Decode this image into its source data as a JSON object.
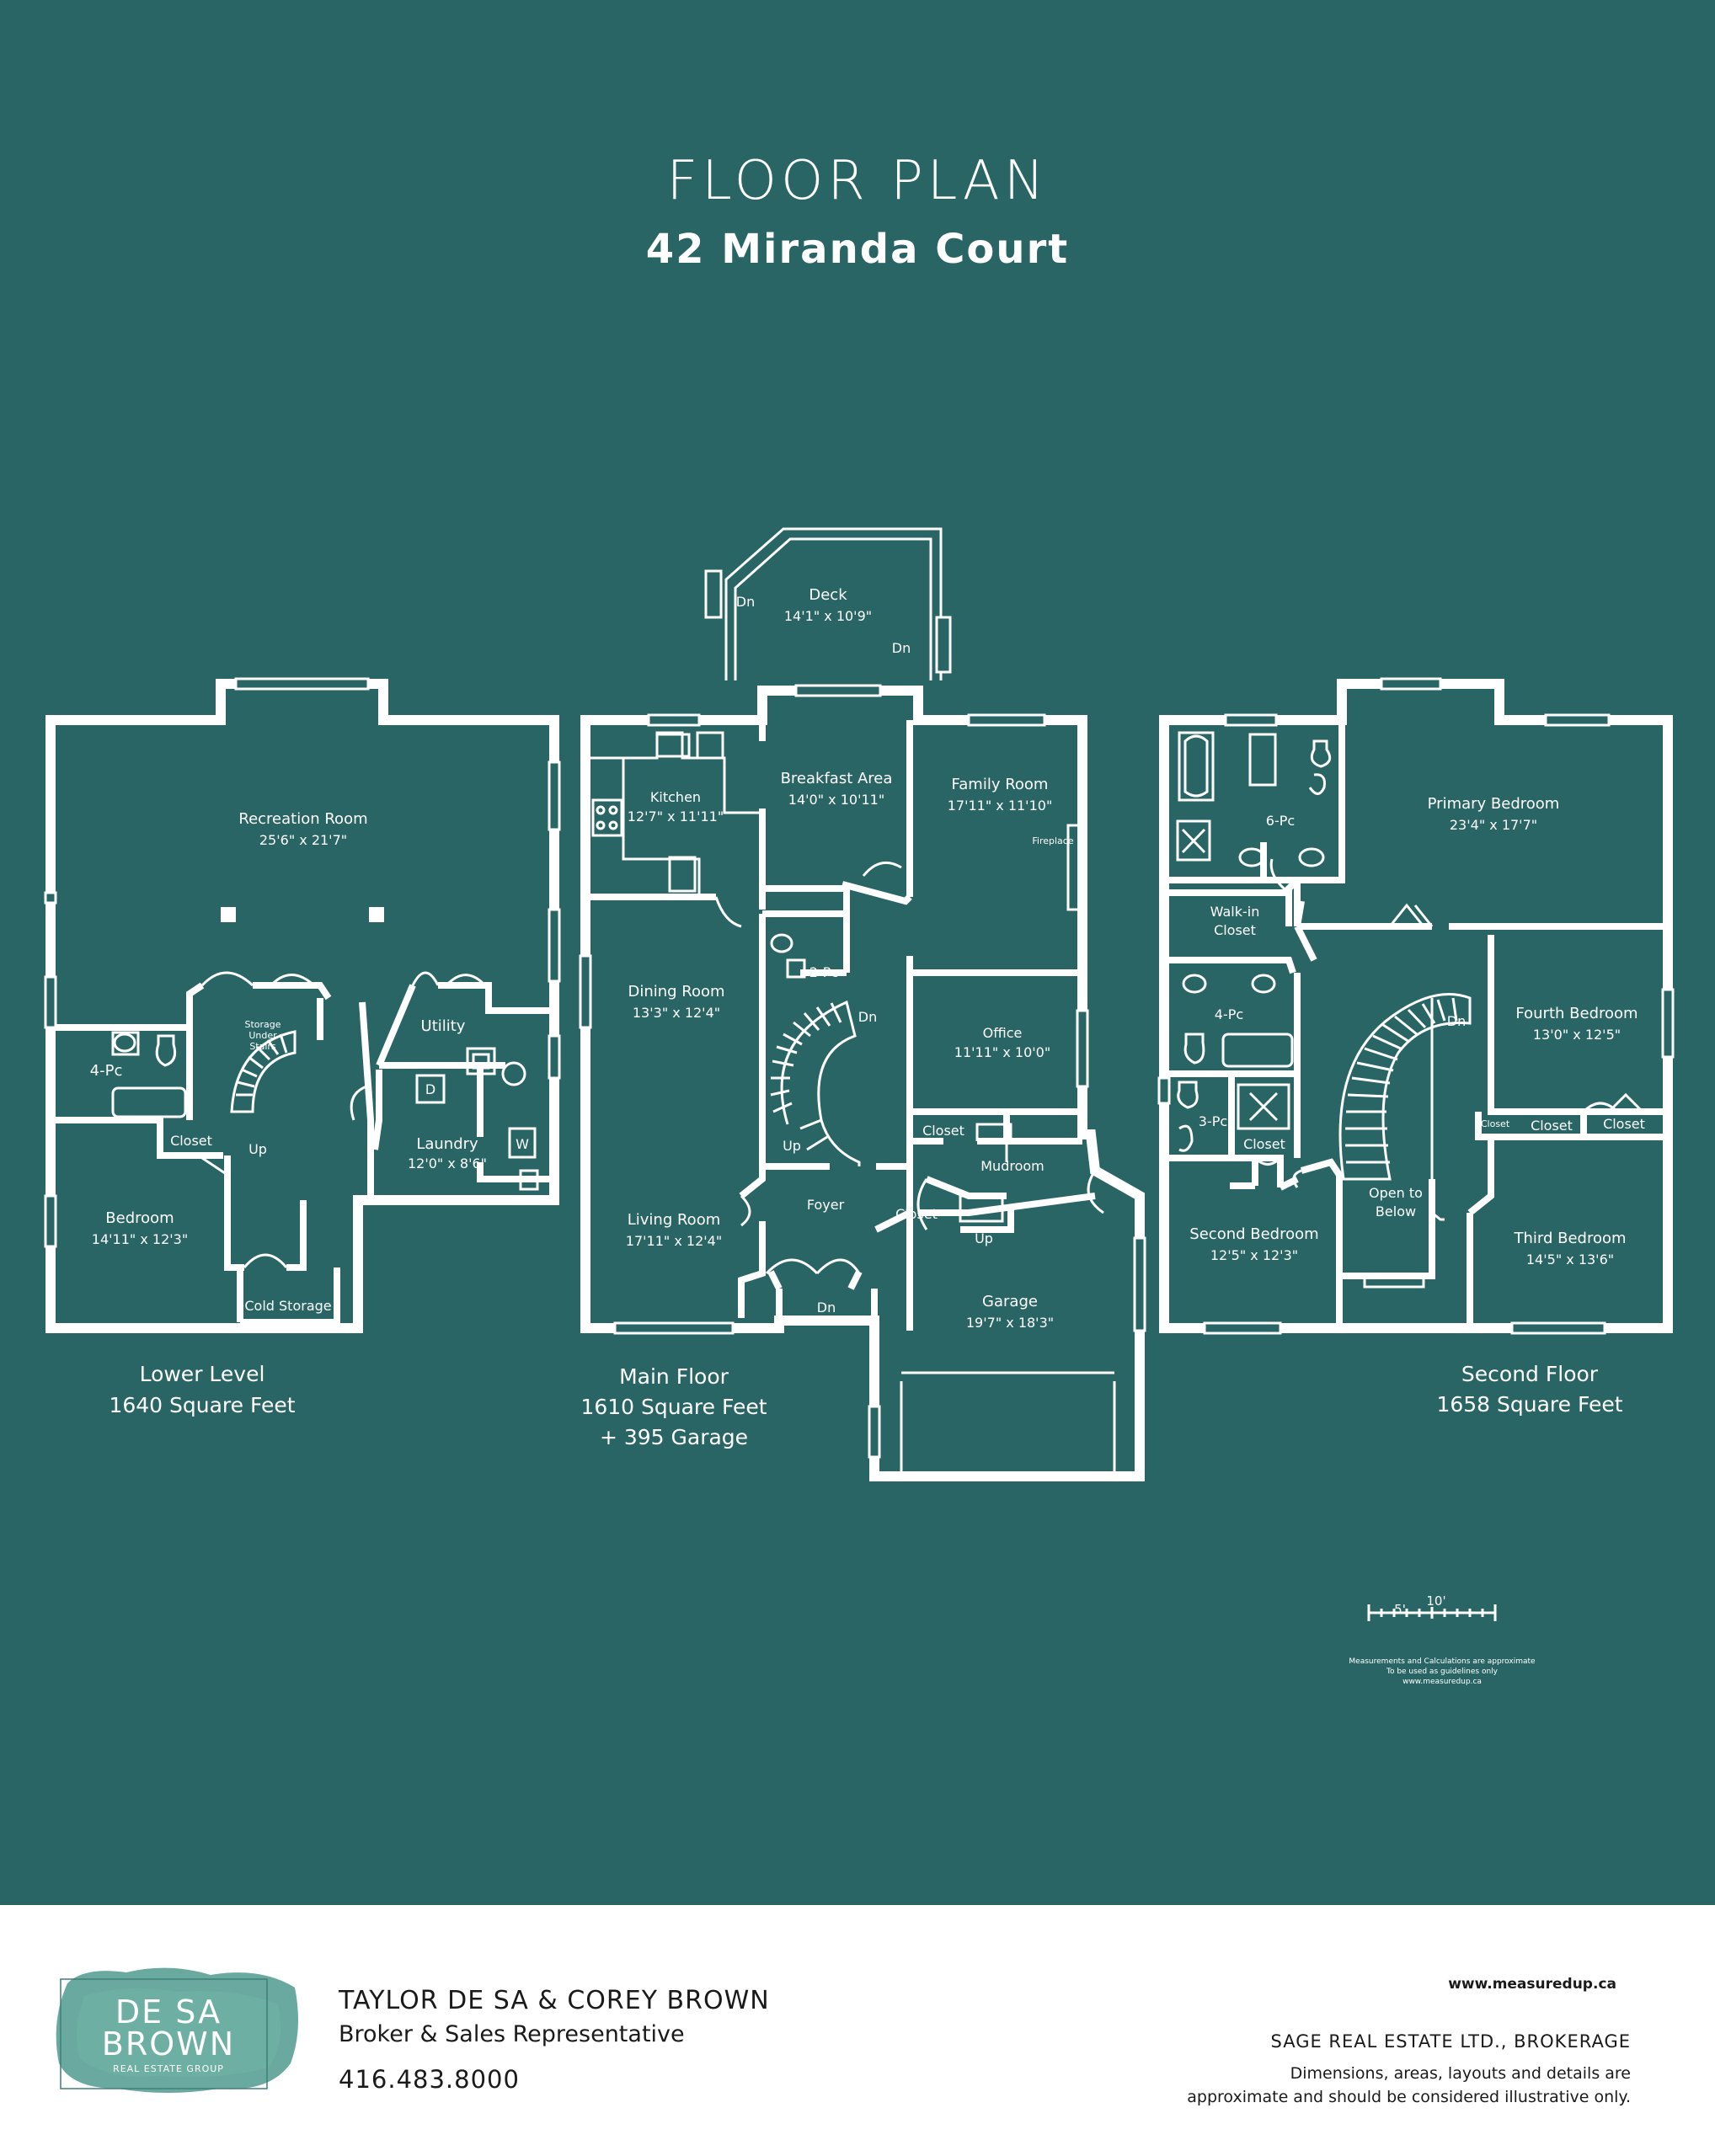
{
  "header": {
    "title": "FLOOR PLAN",
    "address": "42 Miranda Court"
  },
  "lower_level": {
    "rooms": {
      "recreation": {
        "name": "Recreation Room",
        "dim": "25'6\" x 21'7\""
      },
      "storage_line1": "Storage",
      "storage_line2": "Under",
      "storage_line3": "Stairs",
      "utility": "Utility",
      "bath": "4-Pc",
      "closet": "Closet",
      "up": "Up",
      "laundry": {
        "name": "Laundry",
        "dim": "12'0\" x 8'6\""
      },
      "dryer": "D",
      "washer": "W",
      "bedroom": {
        "name": "Bedroom",
        "dim": "14'11\" x 12'3\""
      },
      "cold_storage": "Cold Storage"
    },
    "label": "Lower Level",
    "area": "1640 Square Feet"
  },
  "main_floor": {
    "rooms": {
      "deck": {
        "name": "Deck",
        "dim": "14'1\" x 10'9\""
      },
      "deck_dn_left": "Dn",
      "deck_dn_right": "Dn",
      "breakfast": {
        "name": "Breakfast Area",
        "dim": "14'0\" x 10'11\""
      },
      "kitchen": {
        "name": "Kitchen",
        "dim": "12'7\" x 11'11\""
      },
      "family": {
        "name": "Family Room",
        "dim": "17'11\" x 11'10\""
      },
      "fireplace": "Fireplace",
      "dining": {
        "name": "Dining Room",
        "dim": "13'3\" x 12'4\""
      },
      "powder": "2-Pc",
      "stair_dn": "Dn",
      "stair_up": "Up",
      "office": {
        "name": "Office",
        "dim": "11'11\" x 10'0\""
      },
      "closet_office": "Closet",
      "mudroom": "Mudroom",
      "closet_foyer": "Closet",
      "mud_up": "Up",
      "living": {
        "name": "Living Room",
        "dim": "17'11\" x 12'4\""
      },
      "foyer": "Foyer",
      "foyer_dn": "Dn",
      "garage": {
        "name": "Garage",
        "dim": "19'7\" x 18'3\""
      }
    },
    "label": "Main Floor",
    "area": "1610 Square Feet",
    "garage_area": "+ 395 Garage"
  },
  "second_floor": {
    "rooms": {
      "ensuite": "6-Pc",
      "walkin_line1": "Walk-in",
      "walkin_line2": "Closet",
      "primary": {
        "name": "Primary Bedroom",
        "dim": "23'4\" x 17'7\""
      },
      "bath4": "4-Pc",
      "stair_dn": "Dn",
      "fourth": {
        "name": "Fourth Bedroom",
        "dim": "13'0\" x 12'5\""
      },
      "bath3": "3-Pc",
      "closet_bath": "Closet",
      "closet_small": "Closet",
      "closet_fourth": "Closet",
      "closet_fourth2": "Closet",
      "open_line1": "Open to",
      "open_line2": "Below",
      "second": {
        "name": "Second Bedroom",
        "dim": "12'5\" x 12'3\""
      },
      "third": {
        "name": "Third Bedroom",
        "dim": "14'5\" x 13'6\""
      }
    },
    "label": "Second Floor",
    "area": "1658 Square Feet"
  },
  "scale": {
    "five": "5'",
    "ten": "10'",
    "note1": "Measurements and Calculations are approximate",
    "note2": "To be used as guidelines only",
    "note3": "www.measuredup.ca"
  },
  "footer": {
    "logo_line1": "DE SA",
    "logo_line2": "BROWN",
    "logo_line3": "REAL ESTATE GROUP",
    "agents": "TAYLOR DE SA & COREY BROWN",
    "role": "Broker & Sales Representative",
    "phone": "416.483.8000",
    "website": "www.measuredup.ca",
    "brokerage": "SAGE REAL ESTATE LTD., BROKERAGE",
    "disclaimer1": "Dimensions, areas, layouts and details are",
    "disclaimer2": "approximate and should be considered illustrative only."
  },
  "colors": {
    "background": "#296565",
    "lines": "#ffffff",
    "logo_accent": "#4f9a8e"
  }
}
